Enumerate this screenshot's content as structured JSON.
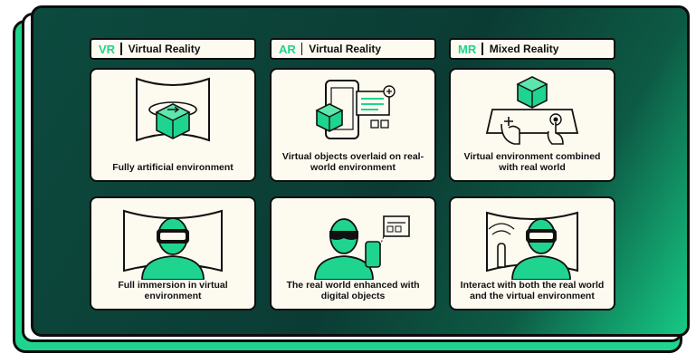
{
  "columns": [
    {
      "abbr": "VR",
      "title": "Virtual Reality",
      "panels": [
        {
          "caption": "Fully artificial environment",
          "icon": "vr-cube-icon"
        },
        {
          "caption": "Full immersion in virtual environment",
          "icon": "vr-headset-person-icon"
        }
      ]
    },
    {
      "abbr": "AR",
      "title": "Virtual Reality",
      "panels": [
        {
          "caption": "Virtual objects overlaid on real-world environment",
          "icon": "ar-phone-cube-icon"
        },
        {
          "caption": "The real world enhanced with digital objects",
          "icon": "ar-glasses-person-icon"
        }
      ]
    },
    {
      "abbr": "MR",
      "title": "Mixed Reality",
      "panels": [
        {
          "caption": "Virtual environment combined with real world",
          "icon": "mr-hands-cube-icon"
        },
        {
          "caption": "Interact with both the real world and the virtual environment",
          "icon": "mr-headset-gesture-icon"
        }
      ]
    }
  ],
  "colors": {
    "accent": "#1fd48f",
    "background_dark": "#0b3c34",
    "panel": "#fdfaf0",
    "outline": "#0d0d0d"
  }
}
